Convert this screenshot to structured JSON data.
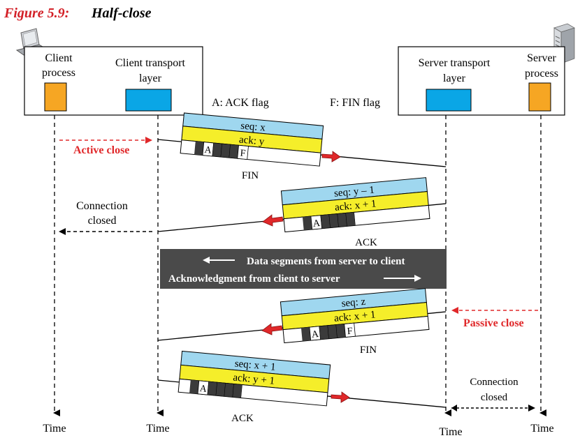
{
  "figure": {
    "number": "Figure 5.9:",
    "title": "Half-close"
  },
  "client": {
    "process_label_1": "Client",
    "process_label_2": "process",
    "transport_label_1": "Client transport",
    "transport_label_2": "layer"
  },
  "server": {
    "transport_label_1": "Server transport",
    "transport_label_2": "layer",
    "process_label_1": "Server",
    "process_label_2": "process"
  },
  "legend": {
    "ack_flag": "A: ACK flag",
    "fin_flag": "F: FIN flag"
  },
  "segments": [
    {
      "seq": "seq: x",
      "ack": "ack: y",
      "flag_a": "A",
      "flag_f": "F",
      "caption": "FIN"
    },
    {
      "seq": "seq: y – 1",
      "ack": "ack: x + 1",
      "flag_a": "A",
      "caption": "ACK"
    },
    {
      "seq": "seq: z",
      "ack": "ack: x + 1",
      "flag_a": "A",
      "flag_f": "F",
      "caption": "FIN"
    },
    {
      "seq": "seq: x + 1",
      "ack": "ack: y + 1",
      "flag_a": "A",
      "caption": "ACK"
    }
  ],
  "events": {
    "active_close": "Active close",
    "passive_close": "Passive close",
    "connection_closed_client_1": "Connection",
    "connection_closed_client_2": "closed",
    "connection_closed_server_1": "Connection",
    "connection_closed_server_2": "closed"
  },
  "data_band": {
    "line1": "Data segments from server to client",
    "line2": "Acknowledgment from client to server"
  },
  "timelines": {
    "labels": [
      "Time",
      "Time",
      "Time",
      "Time"
    ]
  },
  "colors": {
    "seq_band": "#9fd7ef",
    "ack_band": "#f5ee2a",
    "process_box": "#f6a623",
    "transport_box": "#0aa6e6",
    "arrow_red": "#e0282a",
    "data_band": "#4a4a4a"
  }
}
